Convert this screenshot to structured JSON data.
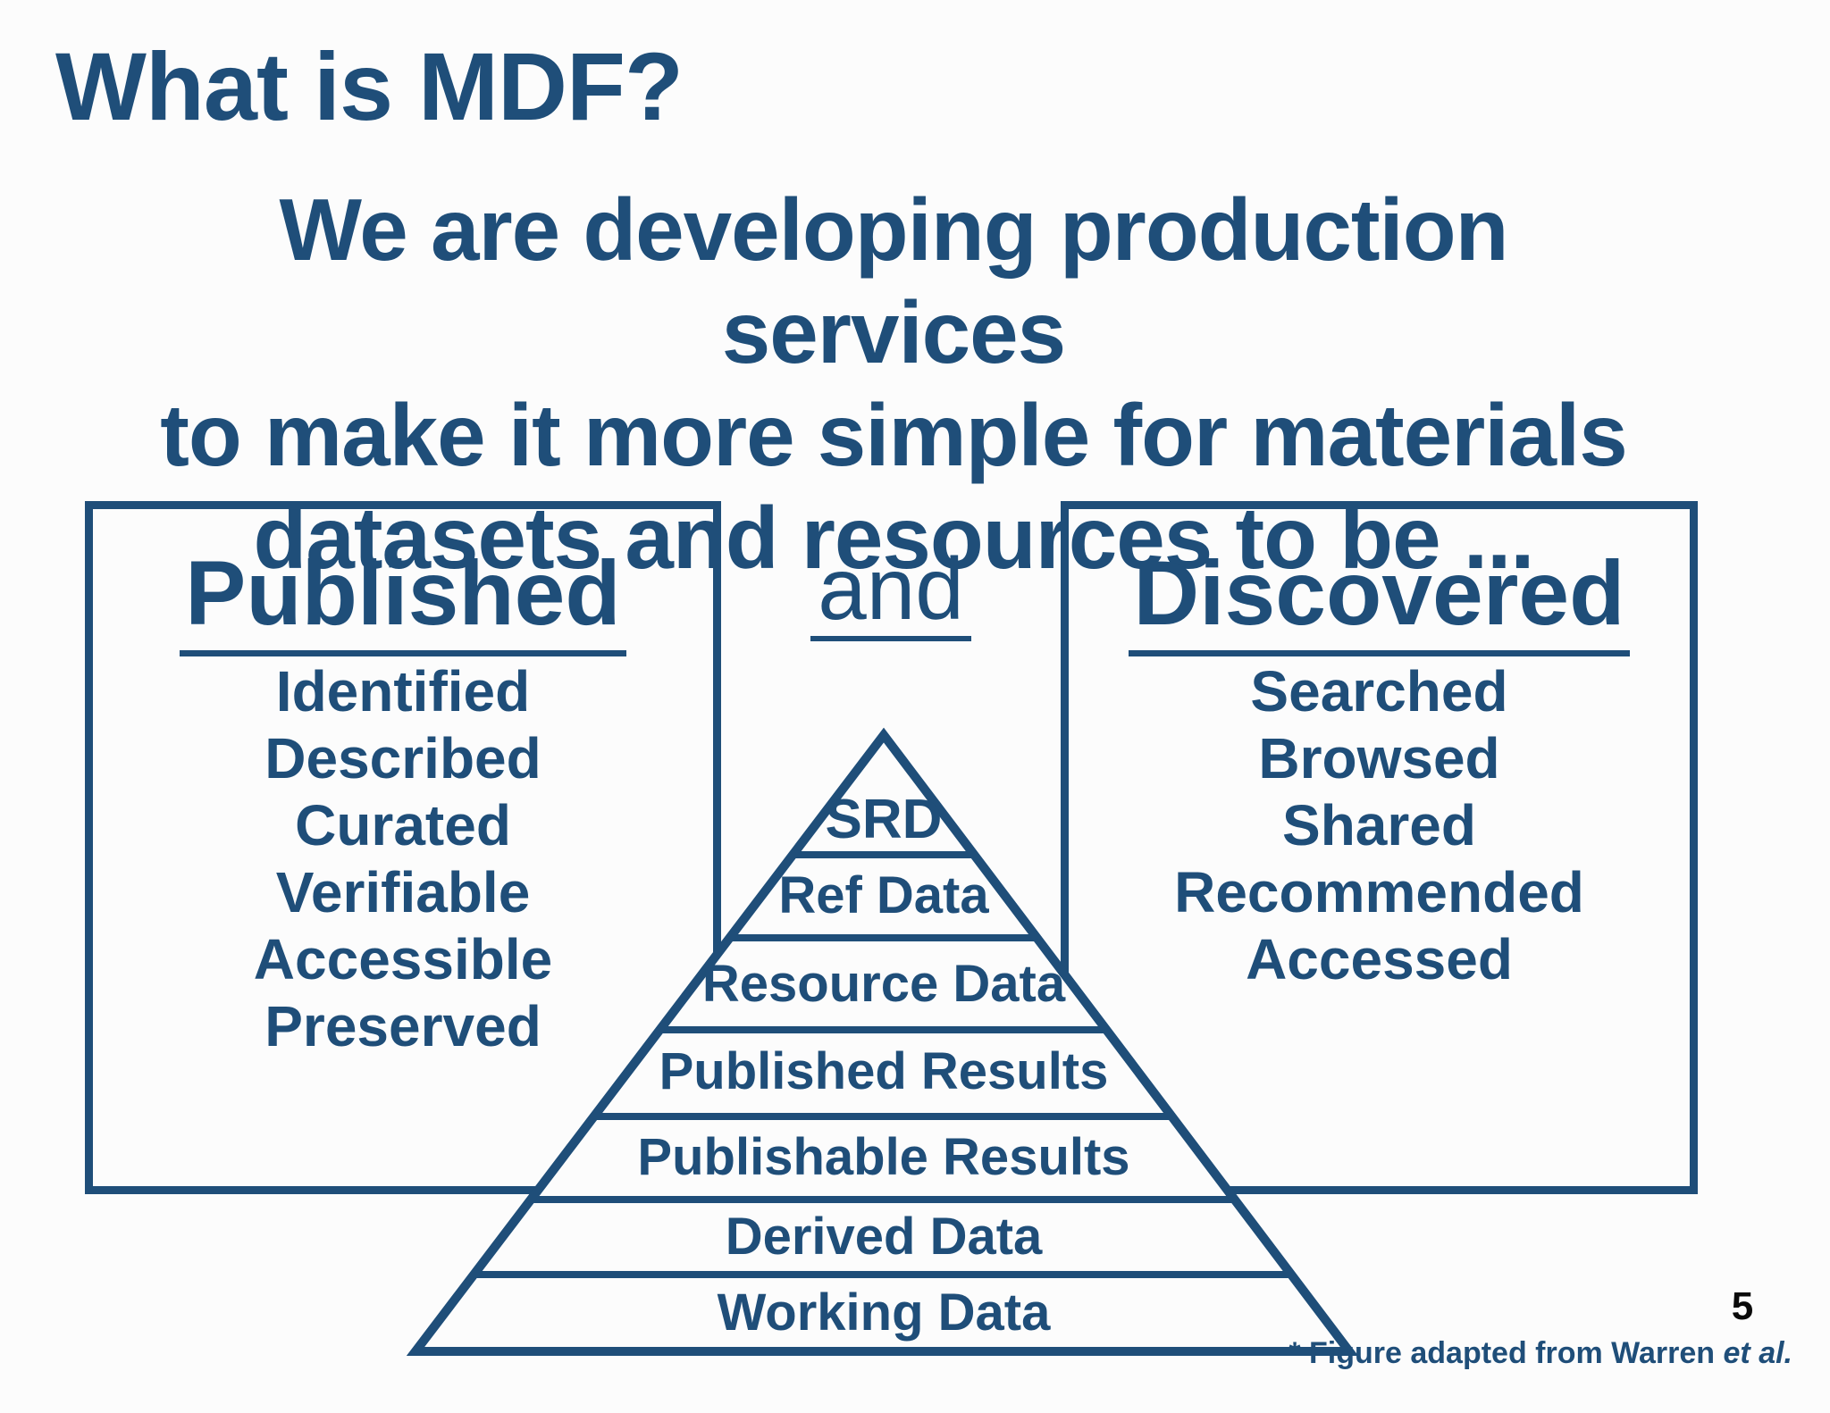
{
  "slide": {
    "title": "What is MDF?",
    "subtitle": {
      "line1": "We are developing production services",
      "line2": "to make it more simple for materials",
      "line3": "datasets and resources to be ..."
    },
    "connector": "and",
    "page_number": "5",
    "footnote": {
      "text": "* Figure adapted from Warren ",
      "etal": "et al."
    },
    "colors": {
      "accent": "#1f4e79",
      "page_number": "#0a0a0a",
      "background": "#fcfcfc"
    }
  },
  "published_box": {
    "heading": "Published",
    "items": [
      "Identified",
      "Described",
      "Curated",
      "Verifiable",
      "Accessible",
      "Preserved"
    ]
  },
  "discovered_box": {
    "heading": "Discovered",
    "items": [
      "Searched",
      "Browsed",
      "Shared",
      "Recommended",
      "Accessed"
    ]
  },
  "pyramid": {
    "levels": [
      "SRD",
      "Ref Data",
      "Resource Data",
      "Published Results",
      "Publishable Results",
      "Derived Data",
      "Working Data"
    ]
  }
}
